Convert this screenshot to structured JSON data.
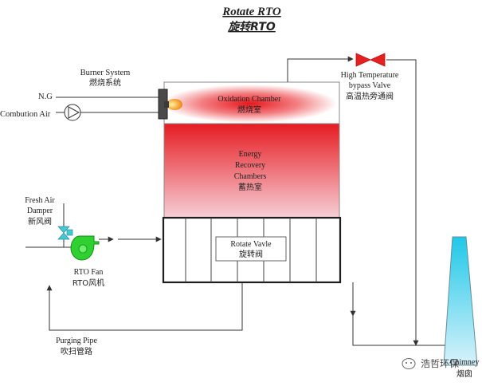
{
  "title": {
    "en": "Rotate  RTO",
    "zh": "旋转RTO"
  },
  "burner": {
    "en": "Burner System",
    "zh": "燃烧系统"
  },
  "ng_label": "N.G",
  "combustion_air_label": "Combution Air",
  "oxidation": {
    "en": "Oxidation Chamber",
    "zh": "燃烧室"
  },
  "energy": {
    "line1": "Energy",
    "line2": "Recovery",
    "line3": "Chambers",
    "zh": "蓄热室"
  },
  "rotate_valve": {
    "en": "Rotate Vavle",
    "zh": "旋转阀"
  },
  "bypass_valve": {
    "line1": "High Temperature",
    "line2": "bypass Valve",
    "zh": "高温热旁通阀"
  },
  "fresh_air": {
    "line1": "Fresh Air",
    "line2": "Damper",
    "zh": "新风阀"
  },
  "rto_fan": {
    "en": "RTO Fan",
    "zh": "RTO风机"
  },
  "purging": {
    "en": "Purging Pipe",
    "zh": "吹扫管路"
  },
  "chimney": {
    "en": "Chimney",
    "zh": "烟囱"
  },
  "watermark": "浩哲环保",
  "colors": {
    "oxidation_glow": "#e8171c",
    "energy_top": "#e51c22",
    "energy_bottom": "#f7cfd6",
    "chimney_top": "#1fc8e8",
    "chimney_bottom": "#d8f2fb",
    "fan": "#2ed130",
    "bypass_valve": "#e52020",
    "damper": "#44c8d4",
    "burner_flame": "#f28a1a"
  }
}
